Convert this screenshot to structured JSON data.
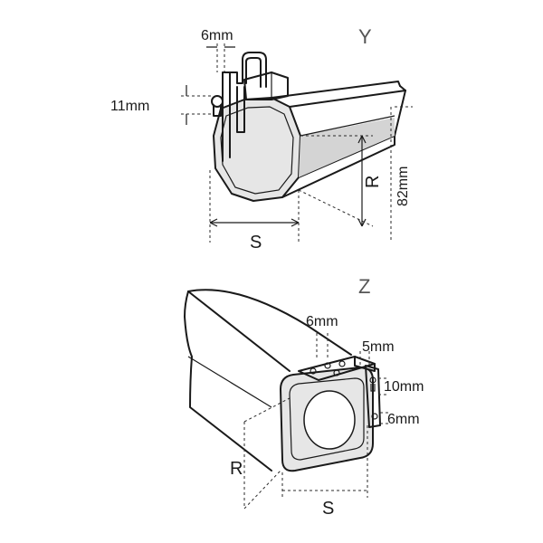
{
  "views": {
    "y": {
      "title": "Y",
      "dim_bracket_thickness": "6mm",
      "dim_hole_height": "11mm",
      "dim_height": "82mm",
      "dim_r": "R",
      "dim_s": "S"
    },
    "z": {
      "title": "Z",
      "dim_hole_offset": "6mm",
      "dim_side_thickness": "5mm",
      "dim_slot_length": "10mm",
      "dim_slot_offset": "6mm",
      "dim_r": "R",
      "dim_s": "S"
    }
  }
}
